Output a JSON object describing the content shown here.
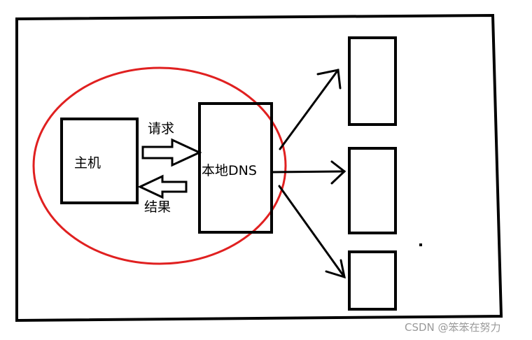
{
  "diagram": {
    "nodes": {
      "host": {
        "label": "主机"
      },
      "local_dns": {
        "label": "本地DNS"
      },
      "server_top": {
        "label": ""
      },
      "server_middle": {
        "label": ""
      },
      "server_bottom": {
        "label": ""
      }
    },
    "edges": {
      "request": {
        "label": "请求",
        "from": "host",
        "to": "local_dns"
      },
      "result": {
        "label": "结果",
        "from": "local_dns",
        "to": "host"
      },
      "to_top": {
        "from": "local_dns",
        "to": "server_top"
      },
      "to_middle": {
        "from": "local_dns",
        "to": "server_middle"
      },
      "to_bottom": {
        "from": "local_dns",
        "to": "server_bottom"
      }
    },
    "highlight_color": "#e02020",
    "stroke_color": "#000000"
  },
  "watermark": "CSDN @笨笨在努力"
}
